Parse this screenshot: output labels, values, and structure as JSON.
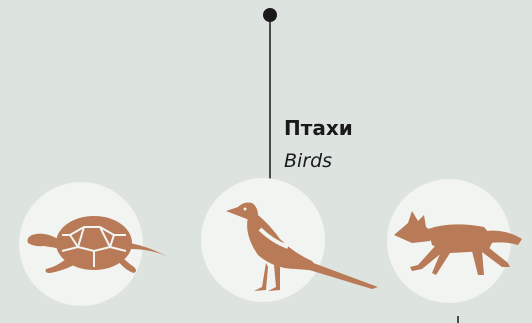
{
  "node": {
    "label_local": "Птахи",
    "label_english": "Birds"
  },
  "animals": [
    {
      "name": "turtle",
      "icon": "turtle-icon"
    },
    {
      "name": "magpie",
      "icon": "magpie-icon"
    },
    {
      "name": "wolf",
      "icon": "wolf-icon"
    }
  ],
  "colors": {
    "background": "#dde4e0",
    "circle": "#f1f4f1",
    "animal": "#b97a57",
    "line": "#1a1a1a"
  }
}
